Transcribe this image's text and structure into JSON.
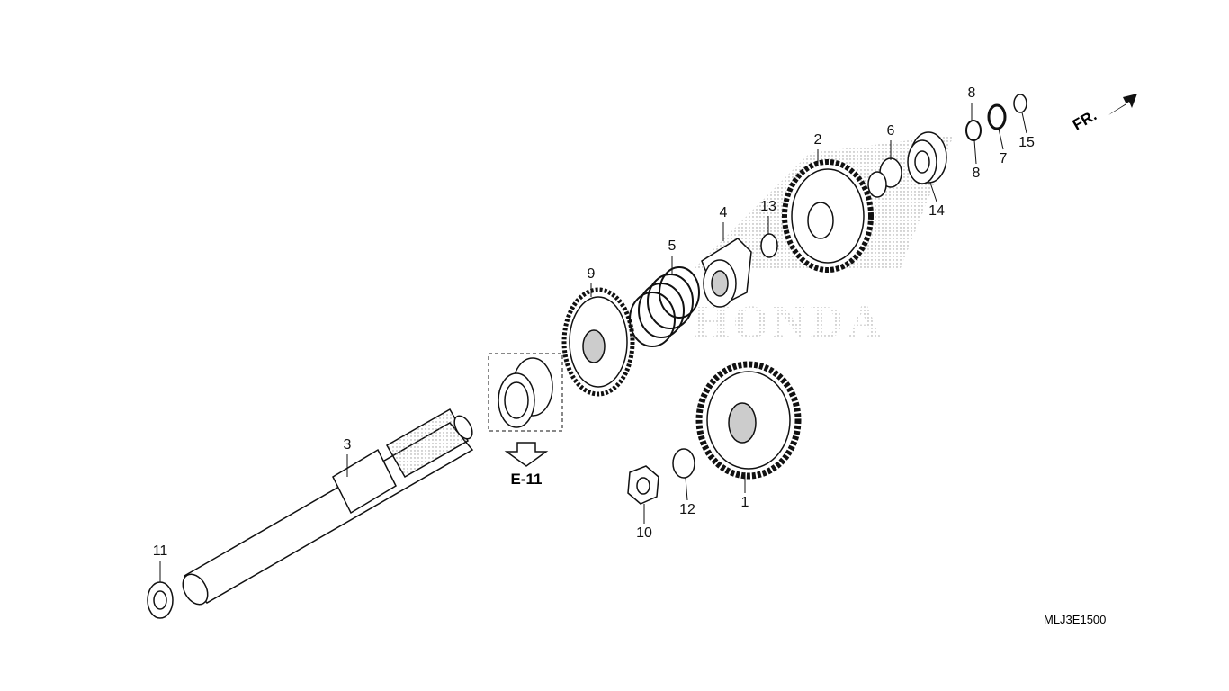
{
  "diagram": {
    "code": "MLJ3E1500",
    "front_indicator": "FR.",
    "reference": "E-11",
    "watermark": "HONDA",
    "callouts": [
      {
        "id": "1",
        "label": "1"
      },
      {
        "id": "2",
        "label": "2"
      },
      {
        "id": "3",
        "label": "3"
      },
      {
        "id": "4",
        "label": "4"
      },
      {
        "id": "5",
        "label": "5"
      },
      {
        "id": "6",
        "label": "6"
      },
      {
        "id": "7",
        "label": "7"
      },
      {
        "id": "8a",
        "label": "8"
      },
      {
        "id": "8b",
        "label": "8"
      },
      {
        "id": "9",
        "label": "9"
      },
      {
        "id": "10",
        "label": "10"
      },
      {
        "id": "11",
        "label": "11"
      },
      {
        "id": "12",
        "label": "12"
      },
      {
        "id": "13",
        "label": "13"
      },
      {
        "id": "14",
        "label": "14"
      },
      {
        "id": "15",
        "label": "15"
      }
    ]
  }
}
